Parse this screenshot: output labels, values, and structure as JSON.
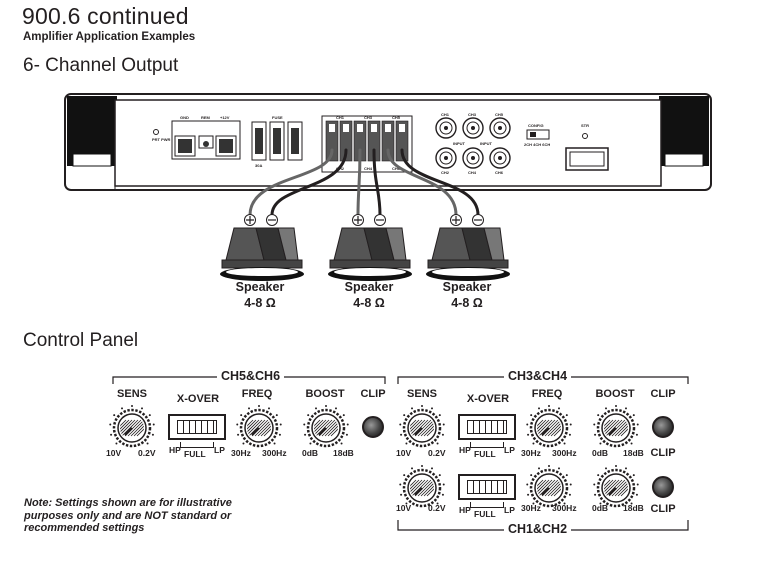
{
  "header": {
    "title": "900.6 continued",
    "subtitle": "Amplifier Application Examples",
    "section_output": "6- Channel Output",
    "section_control": "Control Panel"
  },
  "amplifier": {
    "gnd": "GND",
    "rem": "REM",
    "power": "+12V",
    "fuse": "FUSE",
    "fuse_a": "30A",
    "pwr_prt": "PRT PWR",
    "ch1": "CH1",
    "ch3": "CH3",
    "ch5": "CH5",
    "ch2": "CH2",
    "ch4": "CH4",
    "ch6": "CH6",
    "input": "INPUT",
    "config": "CONFIG",
    "config_opts": "2CH 4CH 6CH",
    "str": "STR"
  },
  "speakers": [
    {
      "name": "Speaker",
      "impedance": "4-8 Ω",
      "plus": "+",
      "minus": "−"
    },
    {
      "name": "Speaker",
      "impedance": "4-8 Ω",
      "plus": "+",
      "minus": "−"
    },
    {
      "name": "Speaker",
      "impedance": "4-8 Ω",
      "plus": "+",
      "minus": "−"
    }
  ],
  "control": {
    "group_left": "CH5&CH6",
    "group_right_top": "CH3&CH4",
    "group_right_bottom": "CH1&CH2",
    "sens": "SENS",
    "xover": "X-OVER",
    "freq": "FREQ",
    "boost": "BOOST",
    "clip": "CLIP",
    "sens_min": "10V",
    "sens_max": "0.2V",
    "hp": "HP",
    "full": "FULL",
    "lp": "LP",
    "freq_min": "30Hz",
    "freq_max": "300Hz",
    "boost_min": "0dB",
    "boost_max": "18dB"
  },
  "note": "Note: Settings shown are for illustrative purposes only and are NOT standard or recommended settings"
}
